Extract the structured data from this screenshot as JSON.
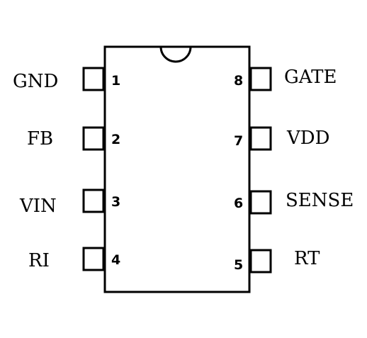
{
  "package": {
    "colors": {
      "outline": "#000000",
      "background": "#ffffff"
    },
    "left_pins": [
      {
        "number": "1",
        "name": "GND"
      },
      {
        "number": "2",
        "name": "FB"
      },
      {
        "number": "3",
        "name": "VIN"
      },
      {
        "number": "4",
        "name": "RI"
      }
    ],
    "right_pins": [
      {
        "number": "8",
        "name": "GATE"
      },
      {
        "number": "7",
        "name": "VDD"
      },
      {
        "number": "6",
        "name": "SENSE"
      },
      {
        "number": "5",
        "name": "RT"
      }
    ]
  }
}
